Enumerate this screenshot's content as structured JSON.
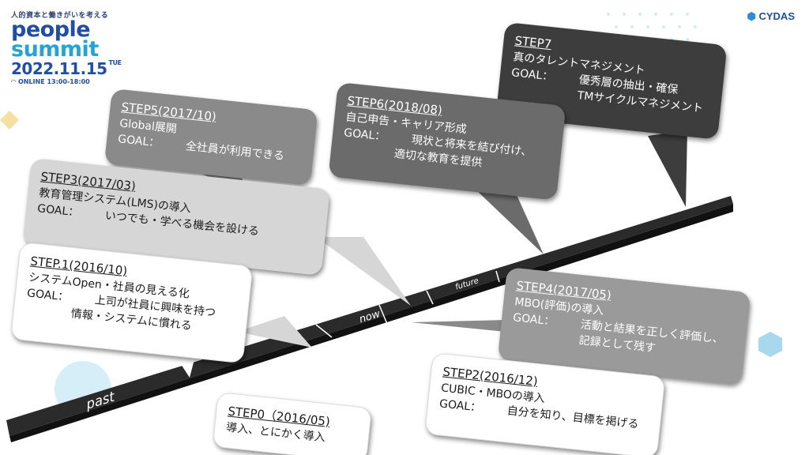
{
  "branding": {
    "tagline": "人的資本と働きがいを考える",
    "logo_line1": "people",
    "logo_line2": "summit",
    "date": "2022.11.15",
    "day": "TUE",
    "online": "ONLINE 13:00-18:00",
    "sponsor": "CYDAS"
  },
  "timeline": {
    "past": "past",
    "now": "now",
    "future": "future"
  },
  "steps": [
    {
      "title": "STEP0（2016/05)",
      "lines": [
        "導入、とにかく導入"
      ]
    },
    {
      "title": "STEP.1(2016/10)",
      "lines": [
        "システムOpen・社員の見える化"
      ],
      "goal_label": "GOAL：",
      "goal": [
        "上司が社員に興味を持つ",
        "情報・システムに慣れる"
      ]
    },
    {
      "title": "STEP2(2016/12)",
      "lines": [
        "CUBIC・MBOの導入"
      ],
      "goal_label": "GOAL：",
      "goal": [
        "自分を知り、目標を掲げる"
      ]
    },
    {
      "title": "STEP3(2017/03)",
      "lines": [
        "教育管理システム(LMS)の導入"
      ],
      "goal_label": "GOAL：",
      "goal": [
        "いつでも・学べる機会を設ける"
      ]
    },
    {
      "title": "STEP4(2017/05)",
      "lines": [
        "MBO(評価)の導入"
      ],
      "goal_label": "GOAL：",
      "goal": [
        "活動と結果を正しく評価し、",
        "記録として残す"
      ]
    },
    {
      "title": "STEP5(2017/10)",
      "lines": [
        "Global展開"
      ],
      "goal_label": "GOAL：",
      "goal": [
        "全社員が利用できる"
      ]
    },
    {
      "title": "STEP6(2018/08)",
      "lines": [
        "自己申告・キャリア形成"
      ],
      "goal_label": "GOAL：",
      "goal": [
        "現状と将来を結び付け、",
        "適切な教育を提供"
      ]
    },
    {
      "title": "STEP7",
      "lines": [
        "真のタレントマネジメント"
      ],
      "goal_label": "GOAL：",
      "goal": [
        "優秀層の抽出・確保",
        "TMサイクルマネジメント"
      ]
    }
  ]
}
